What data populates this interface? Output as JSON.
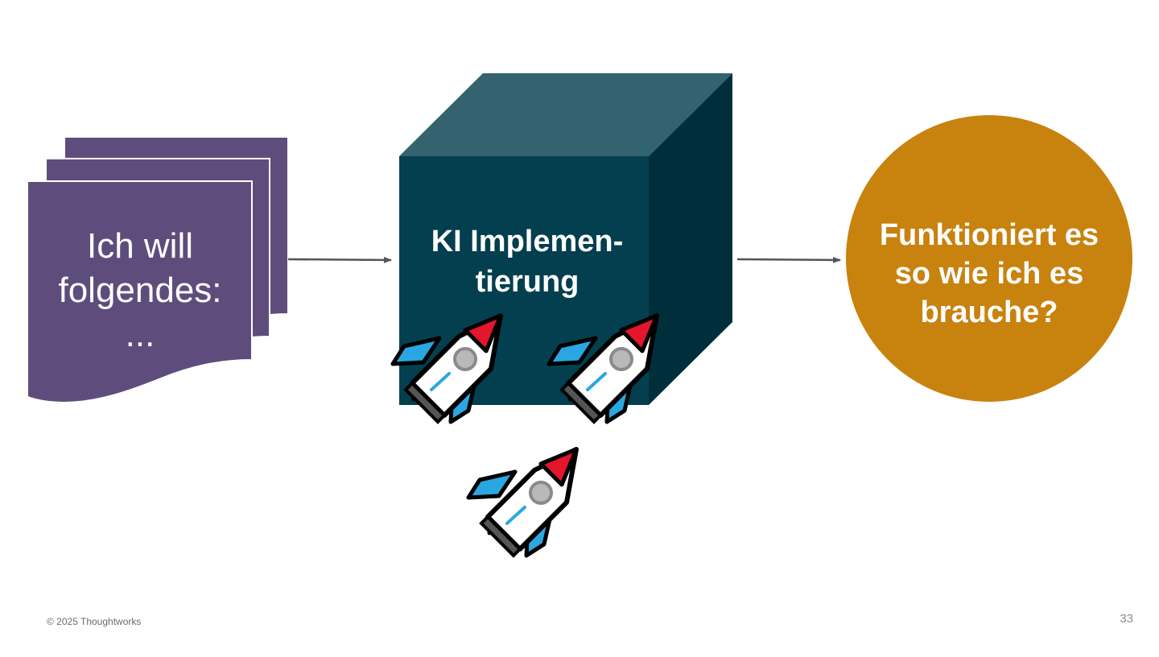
{
  "document_stack": {
    "lines": [
      "Ich will",
      "folgendes:",
      "..."
    ],
    "color": "#5e4d7c"
  },
  "black_box": {
    "lines": [
      "KI Implemen-",
      "tierung"
    ],
    "front_color": "#033f4f",
    "top_color": "#33636f",
    "side_color": "#002e3b"
  },
  "result_circle": {
    "lines": [
      "Funktioniert es",
      "so wie ich es",
      "brauche?"
    ],
    "color": "#c8820e"
  },
  "rocket_icons": [
    "rocket-icon",
    "rocket-icon",
    "rocket-icon"
  ],
  "arrow_color": "#555555",
  "footer": {
    "copyright": "© 2025 Thoughtworks",
    "page_number": "33"
  }
}
